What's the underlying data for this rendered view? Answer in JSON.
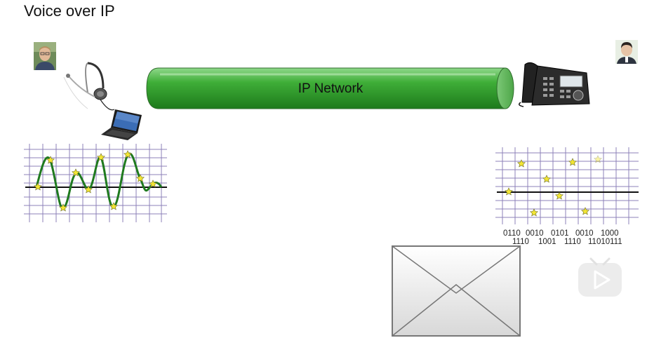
{
  "slide": {
    "title": "Voice over IP"
  },
  "network": {
    "label": "IP Network",
    "color": "#1f8a1f"
  },
  "bits": {
    "row1": [
      "0110",
      "0010",
      "0101",
      "0010",
      "1000"
    ],
    "row2": [
      "1110",
      "1001",
      "1110",
      "11010111"
    ]
  },
  "icons": {
    "caller": "person-photo-icon",
    "callee": "person-photo-icon",
    "headset": "headset-icon",
    "laptop": "laptop-icon",
    "phone": "desk-phone-icon",
    "envelope": "envelope-icon",
    "play": "play-button-icon"
  }
}
